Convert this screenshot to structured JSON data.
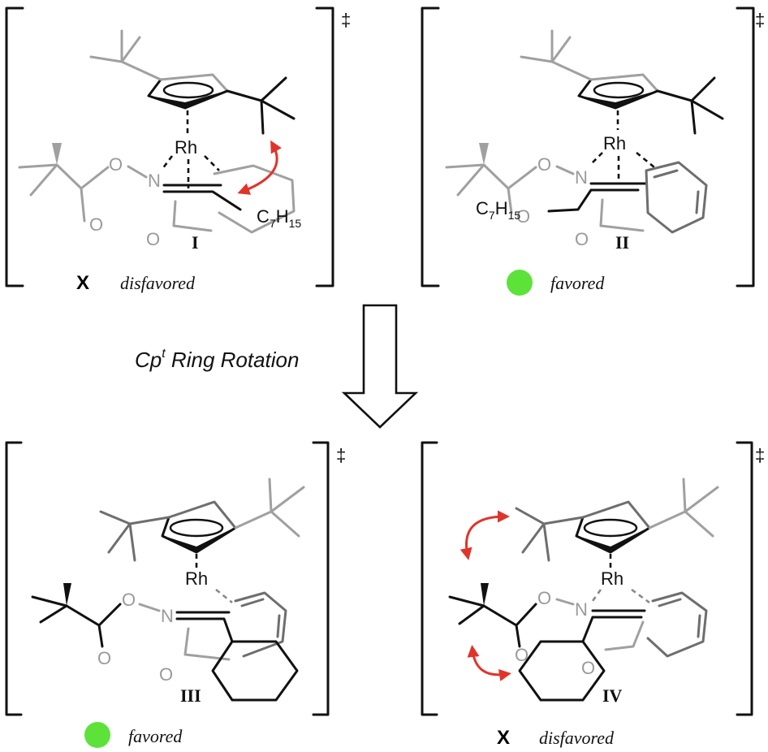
{
  "structures": [
    {
      "numeral": "I",
      "verdict": "disfavored",
      "verdict_mark": "x",
      "substituent": "C7H15",
      "ts_symbol": "‡"
    },
    {
      "numeral": "II",
      "verdict": "favored",
      "verdict_mark": "green-dot",
      "substituent": "C7H15",
      "ts_symbol": "‡"
    },
    {
      "numeral": "III",
      "verdict": "favored",
      "verdict_mark": "green-dot",
      "substituent": "",
      "ts_symbol": "‡"
    },
    {
      "numeral": "IV",
      "verdict": "disfavored",
      "verdict_mark": "x",
      "substituent": "",
      "ts_symbol": "‡"
    }
  ],
  "atoms": {
    "metal": "Rh",
    "nitrogen": "N",
    "oxygen": "O"
  },
  "substituent_parts": {
    "c": "C",
    "c_sub": "7",
    "h": "H",
    "h_sub": "15"
  },
  "marks": {
    "x": "X"
  },
  "transition": {
    "label_main": "Cp",
    "label_sup": "t",
    "label_rest": " Ring Rotation"
  },
  "colors": {
    "black": "#111111",
    "grey": "#a0a0a0",
    "dark_grey": "#6e6e6e",
    "arrow_red": "#e0342a",
    "dot_green": "#5de23a"
  }
}
